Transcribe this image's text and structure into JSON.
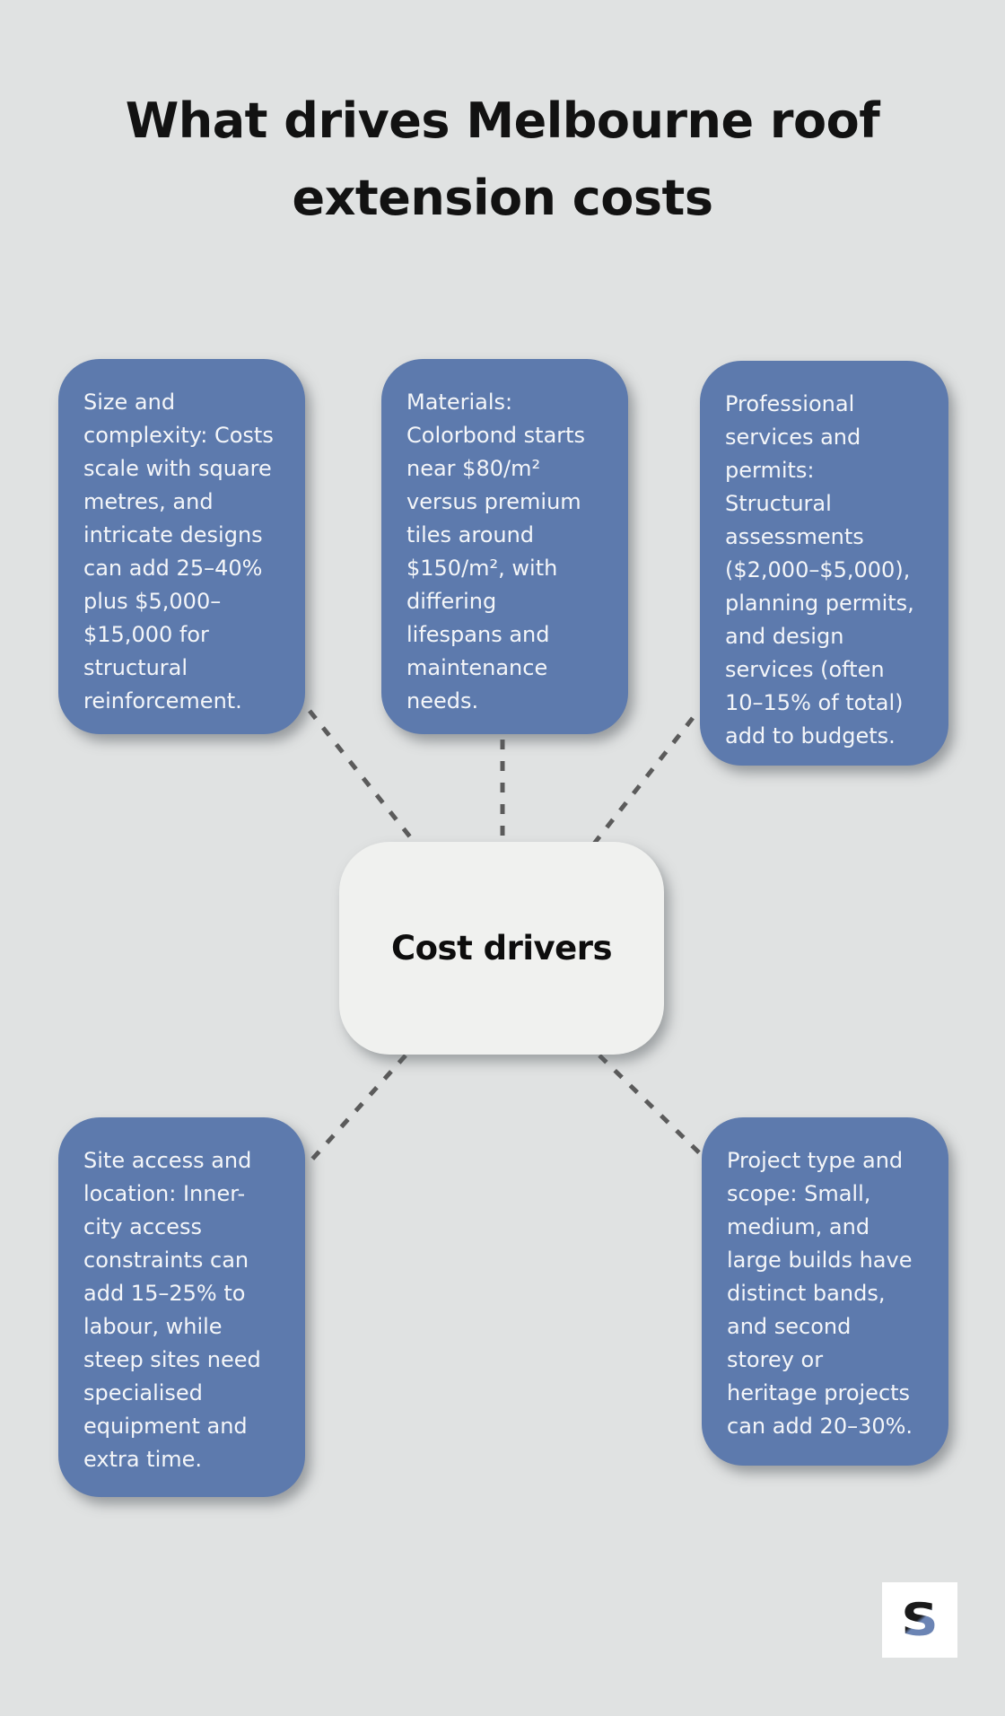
{
  "title": "What drives Melbourne roof\nextension costs",
  "center": {
    "label": "Cost drivers"
  },
  "cards": [
    {
      "id": "size-and-complexity",
      "text": "Size and\ncomplexity: Costs\nscale with square\nmetres, and\nintricate designs\ncan add 25–40%\nplus $5,000–\n$15,000 for\nstructural\nreinforcement."
    },
    {
      "id": "materials",
      "text": "Materials:\nColorbond starts\nnear $80/m²\nversus premium\ntiles around\n$150/m², with\ndiffering\nlifespans and\nmaintenance\nneeds."
    },
    {
      "id": "professional-services-permits",
      "text": "Professional\nservices and\npermits:\nStructural\nassessments\n($2,000–$5,000),\nplanning permits,\nand design\nservices (often\n10–15% of total)\nadd to budgets."
    },
    {
      "id": "site-access-location",
      "text": "Site access and\nlocation: Inner-\ncity access\nconstraints can\nadd 15–25% to\nlabour, while\nsteep sites need\nspecialised\nequipment and\nextra time."
    },
    {
      "id": "project-type-scope",
      "text": "Project type and\nscope: Small,\nmedium, and\nlarge builds have\ndistinct bands,\nand second\nstorey or\nheritage projects\ncan add 20–30%."
    }
  ],
  "logo": {
    "letter": "S"
  },
  "colors": {
    "background": "#e0e2e2",
    "card_blue": "#5d7aad",
    "card_text": "#f4f6f9",
    "center_node_fill": "#f0f1ef",
    "connector_gray": "#5b5b5b",
    "title_black": "#121212",
    "logo_black": "#1a1a1a",
    "logo_blue": "#6b84b4"
  }
}
